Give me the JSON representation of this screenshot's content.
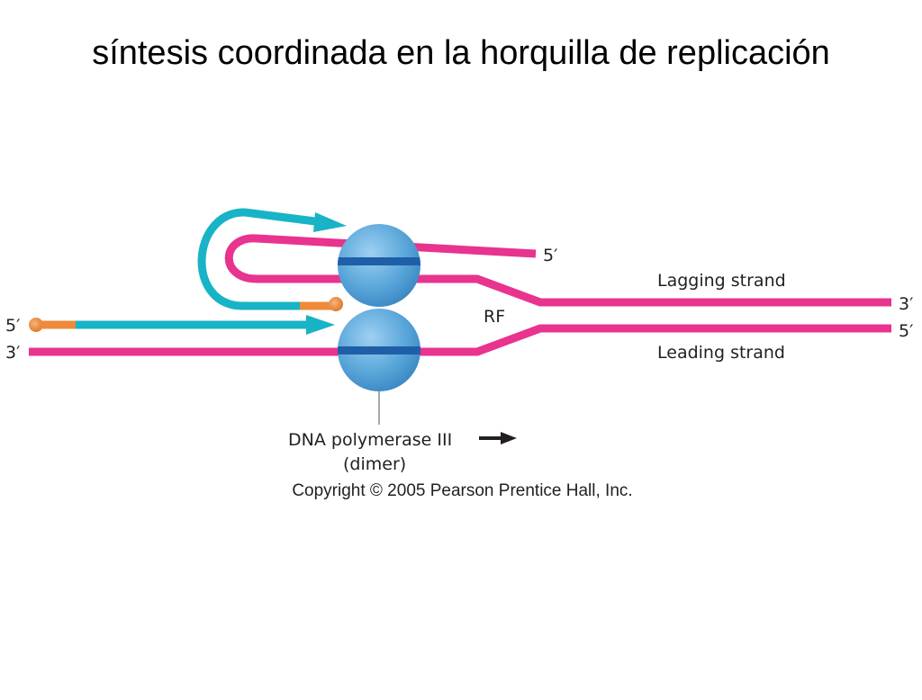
{
  "slide": {
    "title": "síntesis coordinada en la horquilla de replicación",
    "copyright": "Copyright © 2005 Pearson Prentice Hall, Inc."
  },
  "diagram": {
    "labels": {
      "top_strand_end": "5′",
      "lagging_right_end": "3′",
      "leading_right_end": "5′",
      "new_strand_left_end": "5′",
      "template_left_end": "3′",
      "lagging_strand": "Lagging strand",
      "leading_strand": "Leading strand",
      "replication_fork": "RF",
      "polymerase_line1": "DNA polymerase III",
      "polymerase_line2": "(dimer)"
    },
    "colors": {
      "template_strand": "#e8338f",
      "new_strand": "#18b3c6",
      "primer": "#ee8a3a",
      "polymerase": "#5aa7da",
      "polymerase_band": "#1f5fa8",
      "text": "#231f20"
    },
    "icons": [
      "curved-arrow-icon",
      "arrow-icon",
      "primer-ball-icon",
      "direction-arrow-icon"
    ]
  }
}
